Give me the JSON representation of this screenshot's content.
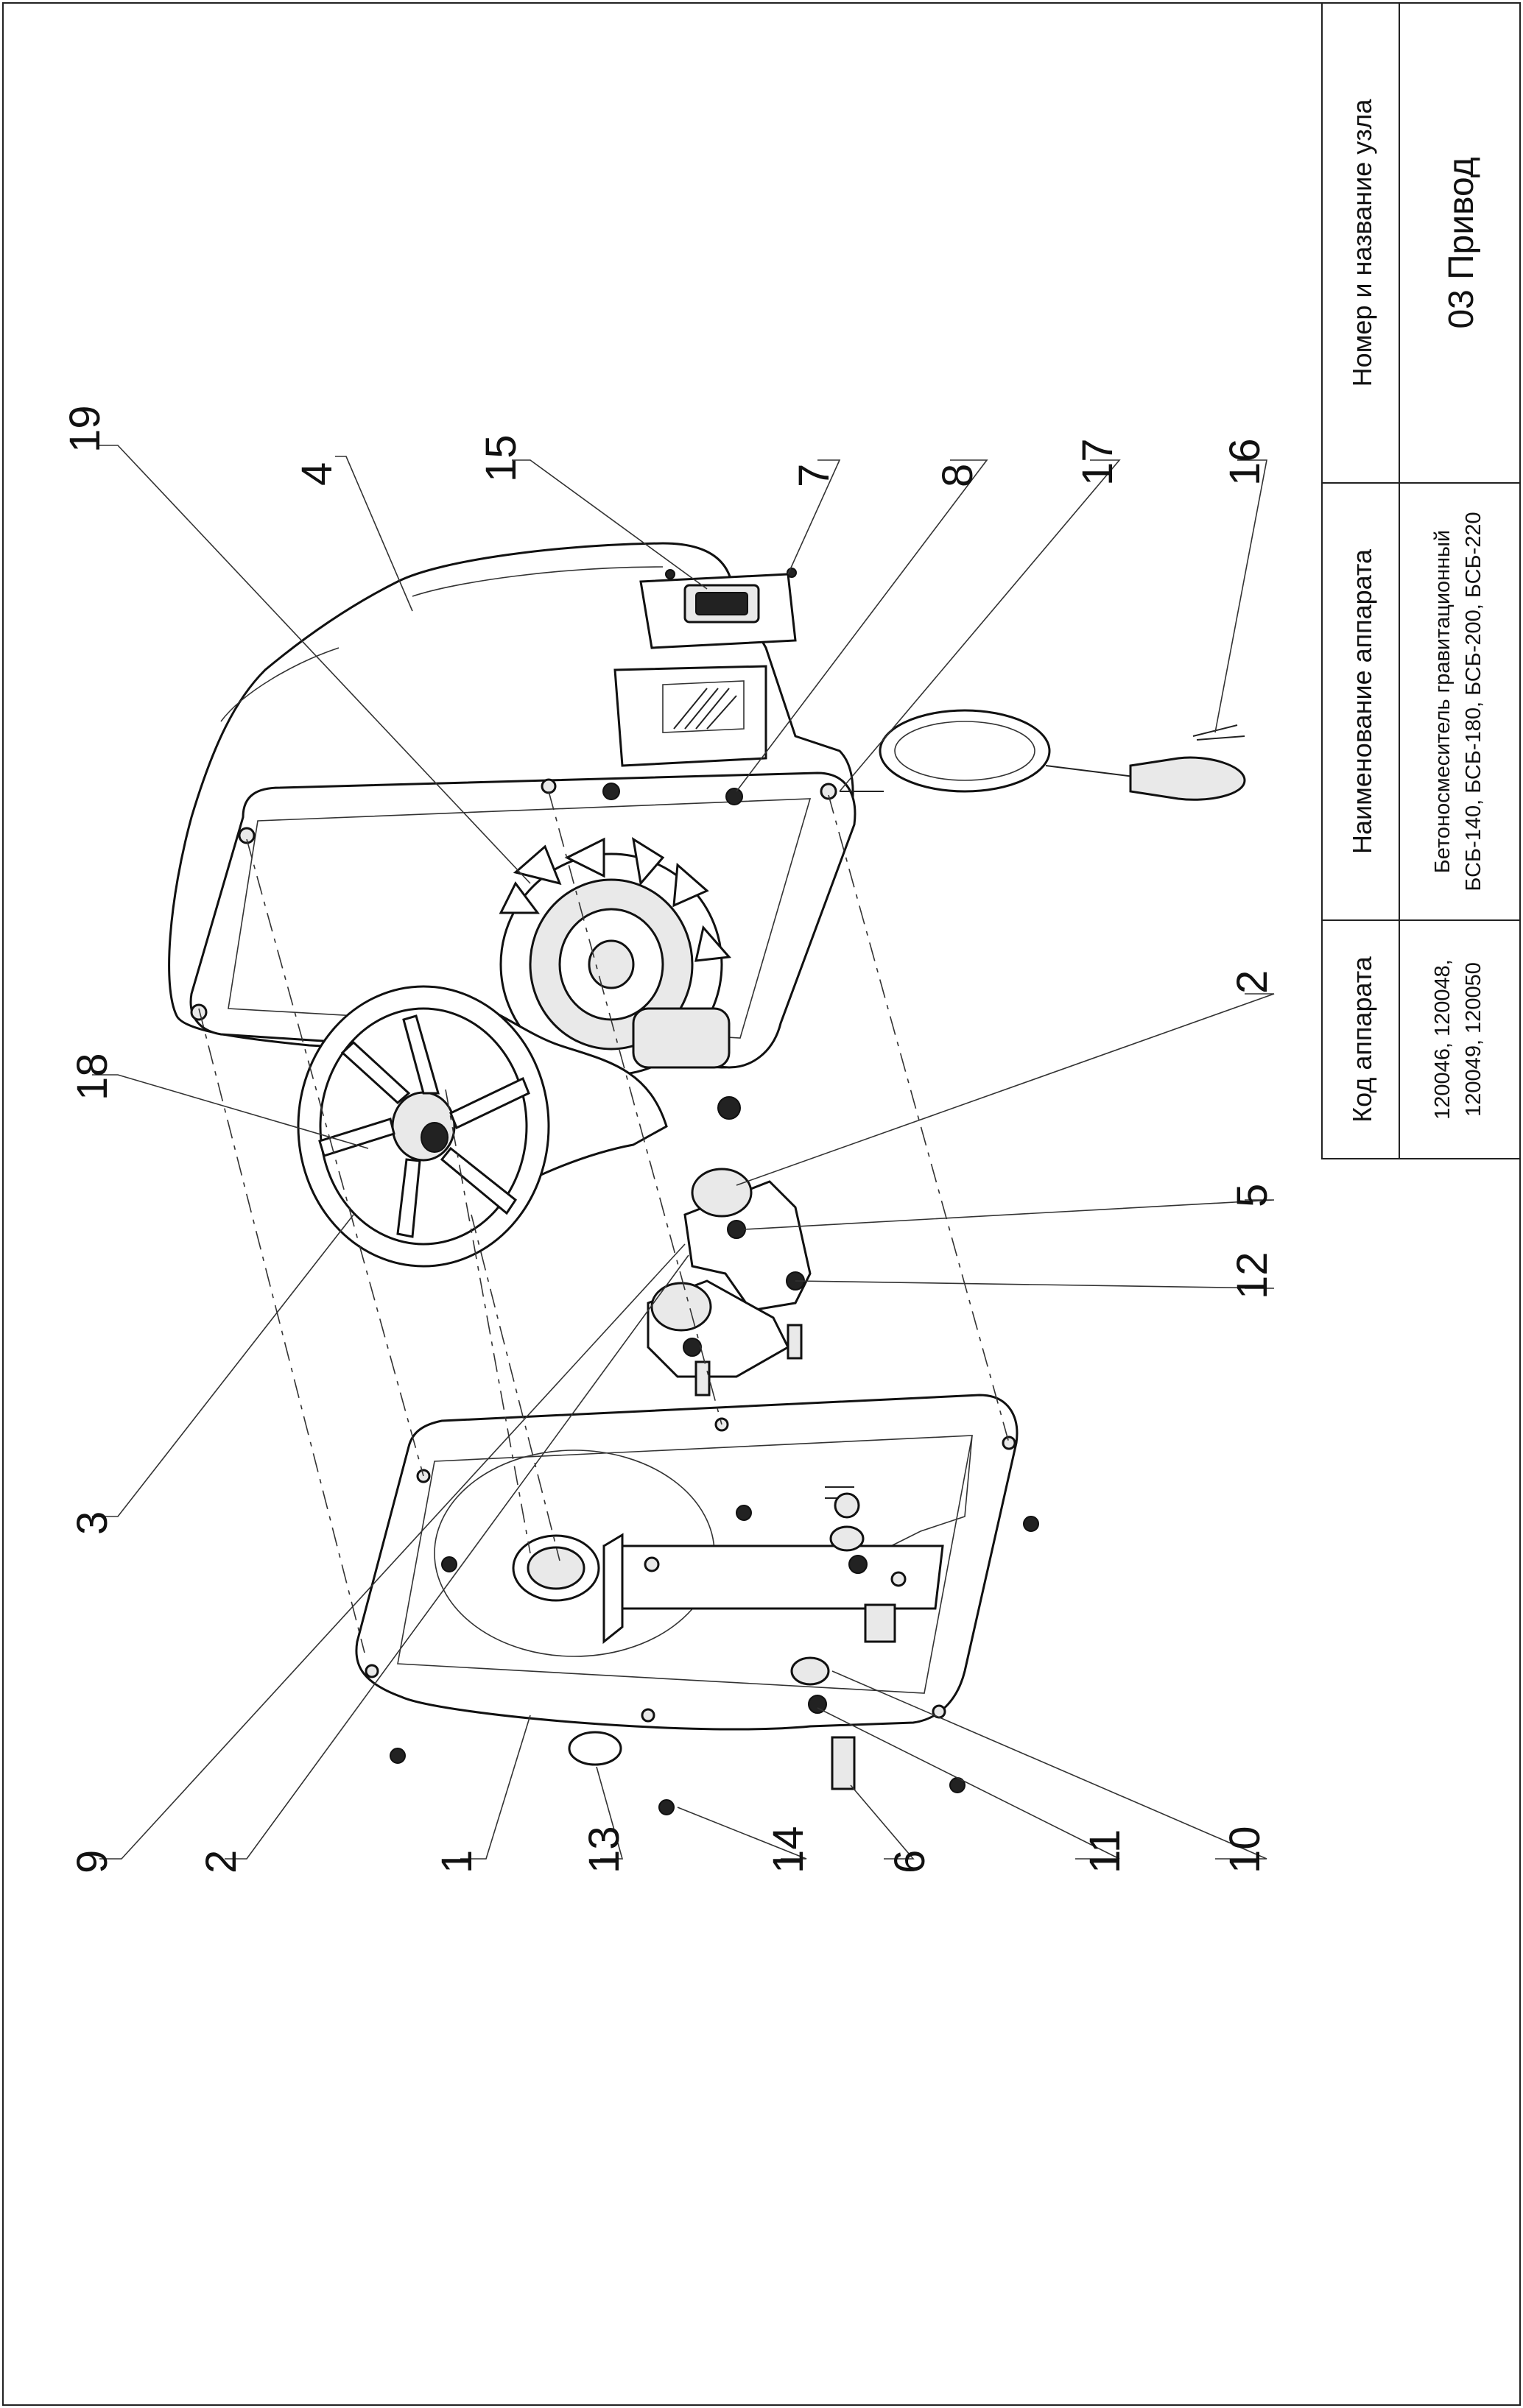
{
  "title_block": {
    "col_code_header": "Код аппарата",
    "col_code_values": [
      "120046, 120048,",
      "120049, 120050"
    ],
    "col_name_header": "Наименование аппарата",
    "col_name_values": [
      "Бетоносмеситель гравитационный",
      "БСБ-140, БСБ-180, БСБ-200, БСБ-220"
    ],
    "col_unit_header": "Номер и название узла",
    "col_unit_value": "03 Привод"
  },
  "callouts": {
    "c19": "19",
    "c4": "4",
    "c15": "15",
    "c7": "7",
    "c8": "8",
    "c17": "17",
    "c16": "16",
    "c2a": "2",
    "c18": "18",
    "c5": "5",
    "c12": "12",
    "c3": "3",
    "c9": "9",
    "c2b": "2",
    "c1": "1",
    "c13": "13",
    "c14": "14",
    "c6": "6",
    "c11": "11",
    "c10": "10"
  }
}
